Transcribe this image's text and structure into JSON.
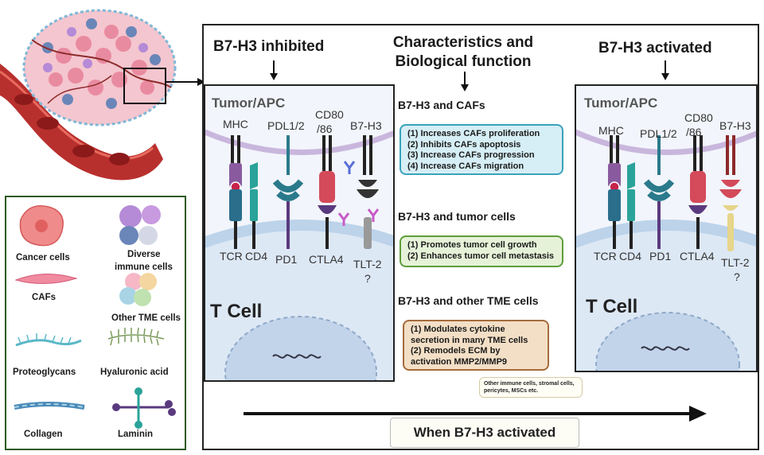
{
  "header": {
    "left_title": "B7-H3 inhibited",
    "center_title_line1": "Characteristics and",
    "center_title_line2": "Biological function",
    "right_title": "B7-H3 activated"
  },
  "panels": {
    "tumor_label": "Tumor/APC",
    "tcell_label": "T Cell",
    "ligands": [
      "MHC",
      "PDL1/2",
      "CD80",
      "/86",
      "B7-H3"
    ],
    "receptors": [
      "TCR",
      "CD4",
      "PD1",
      "CTLA4",
      "TLT-2",
      "?"
    ]
  },
  "sections": {
    "cafs": {
      "title": "B7-H3 and CAFs",
      "items": [
        "(1) Increases CAFs proliferation",
        "(2) Inhibits CAFs apoptosis",
        "(3) Increase CAFs progression",
        "(4) Increase CAFs migration"
      ]
    },
    "tumor_cells": {
      "title": "B7-H3 and tumor cells",
      "items": [
        "(1) Promotes tumor cell growth",
        "(2) Enhances tumor cell metastasis"
      ]
    },
    "tme_cells": {
      "title": "B7-H3 and other TME cells",
      "items": [
        "(1) Modulates cytokine",
        "secretion in many TME cells",
        "(2) Remodels ECM by",
        "activation MMP2/MMP9"
      ],
      "note_line1": "Other immune cells, stromal cells,",
      "note_line2": "pericytes, MSCs etc."
    }
  },
  "legend": {
    "cancer_cells": "Cancer cells",
    "immune_line1": "Diverse",
    "immune_line2": "immune cells",
    "cafs": "CAFs",
    "other_tme": "Other TME cells",
    "proteoglycans": "Proteoglycans",
    "hyaluronic": "Hyaluronic acid",
    "collagen": "Collagen",
    "laminin": "Laminin"
  },
  "footer": {
    "label": "When B7-H3 activated"
  },
  "colors": {
    "mhc": "#8a5a9e",
    "tcr": "#2a6e8c",
    "cd4": "#2aa39a",
    "pdl": "#2a7a8c",
    "cd80": "#d44a5a",
    "ctla4": "#5a3a7e",
    "b7h3": "#222222",
    "tlt2": "#e6d58a",
    "membrane_tumor": "#c9b6dd",
    "membrane_tcell": "#bcd3ea"
  }
}
